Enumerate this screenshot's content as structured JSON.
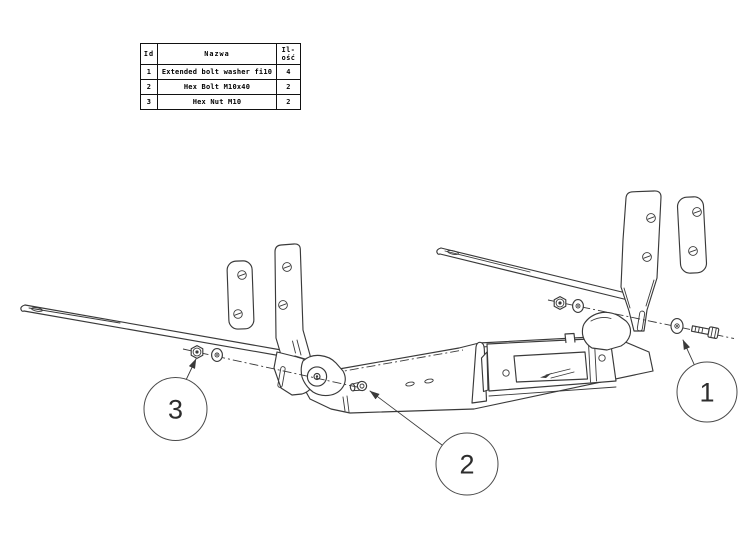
{
  "page": {
    "background": "#ffffff",
    "line_color": "#3a3a3a",
    "text_color": "#000000"
  },
  "parts_table": {
    "headers": {
      "id": "Id",
      "name": "Nazwa",
      "qty_top": "Il-",
      "qty_bottom": "ość"
    },
    "rows": [
      {
        "id": "1",
        "name": "Extended bolt washer fi10",
        "qty": "4"
      },
      {
        "id": "2",
        "name": "Hex Bolt M10x40",
        "qty": "2"
      },
      {
        "id": "3",
        "name": "Hex Nut M10",
        "qty": "2"
      }
    ]
  },
  "callouts": [
    {
      "label": "1"
    },
    {
      "label": "2"
    },
    {
      "label": "3"
    }
  ]
}
